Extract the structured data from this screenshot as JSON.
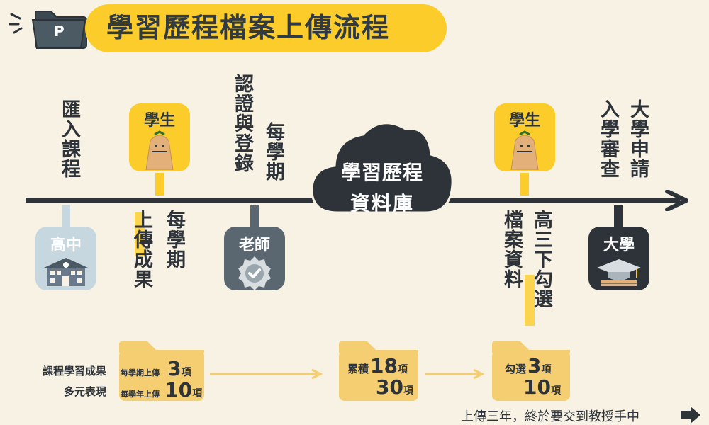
{
  "header": {
    "folder_letter": "P",
    "title": "學習歷程檔案上傳流程"
  },
  "cloud": {
    "line1": "學習歷程",
    "line2": "資料庫"
  },
  "nodes": {
    "high_school": {
      "label": "高中"
    },
    "student_1": {
      "label": "學生"
    },
    "teacher": {
      "label": "老師"
    },
    "student_2": {
      "label": "學生"
    },
    "university": {
      "label": "大學"
    }
  },
  "texts": {
    "import_courses": "匯入課程",
    "each_semester_upload_a": "每學期",
    "each_semester_upload_b": "上傳成果",
    "certify_a": "認證與登錄",
    "certify_b": "每學期",
    "senior_a": "高三下勾選",
    "senior_b": "檔案資料",
    "univ_a": "大學申請",
    "univ_b": "入學審查"
  },
  "rows": {
    "course": "課程學習成果",
    "diverse": "多元表現"
  },
  "box1": {
    "line1_prefix": "每學期上傳",
    "line1_num": "3",
    "line1_unit": "項",
    "line2_prefix": "每學年上傳",
    "line2_num": "10",
    "line2_unit": "項"
  },
  "box2": {
    "prefix": "累積",
    "num1": "18",
    "unit1": "項",
    "num2": "30",
    "unit2": "項"
  },
  "box3": {
    "prefix": "勾選",
    "num1": "3",
    "unit1": "項",
    "num2": "10",
    "unit2": "項"
  },
  "footer": {
    "text": "上傳三年，終於要交到教授手中"
  },
  "colors": {
    "yellow": "#fccd2a",
    "dark": "#2d3339",
    "bg": "#f7f2e4",
    "light_blue": "#c6d7e0",
    "folder": "#f6ce72",
    "gray": "#5b6770"
  }
}
